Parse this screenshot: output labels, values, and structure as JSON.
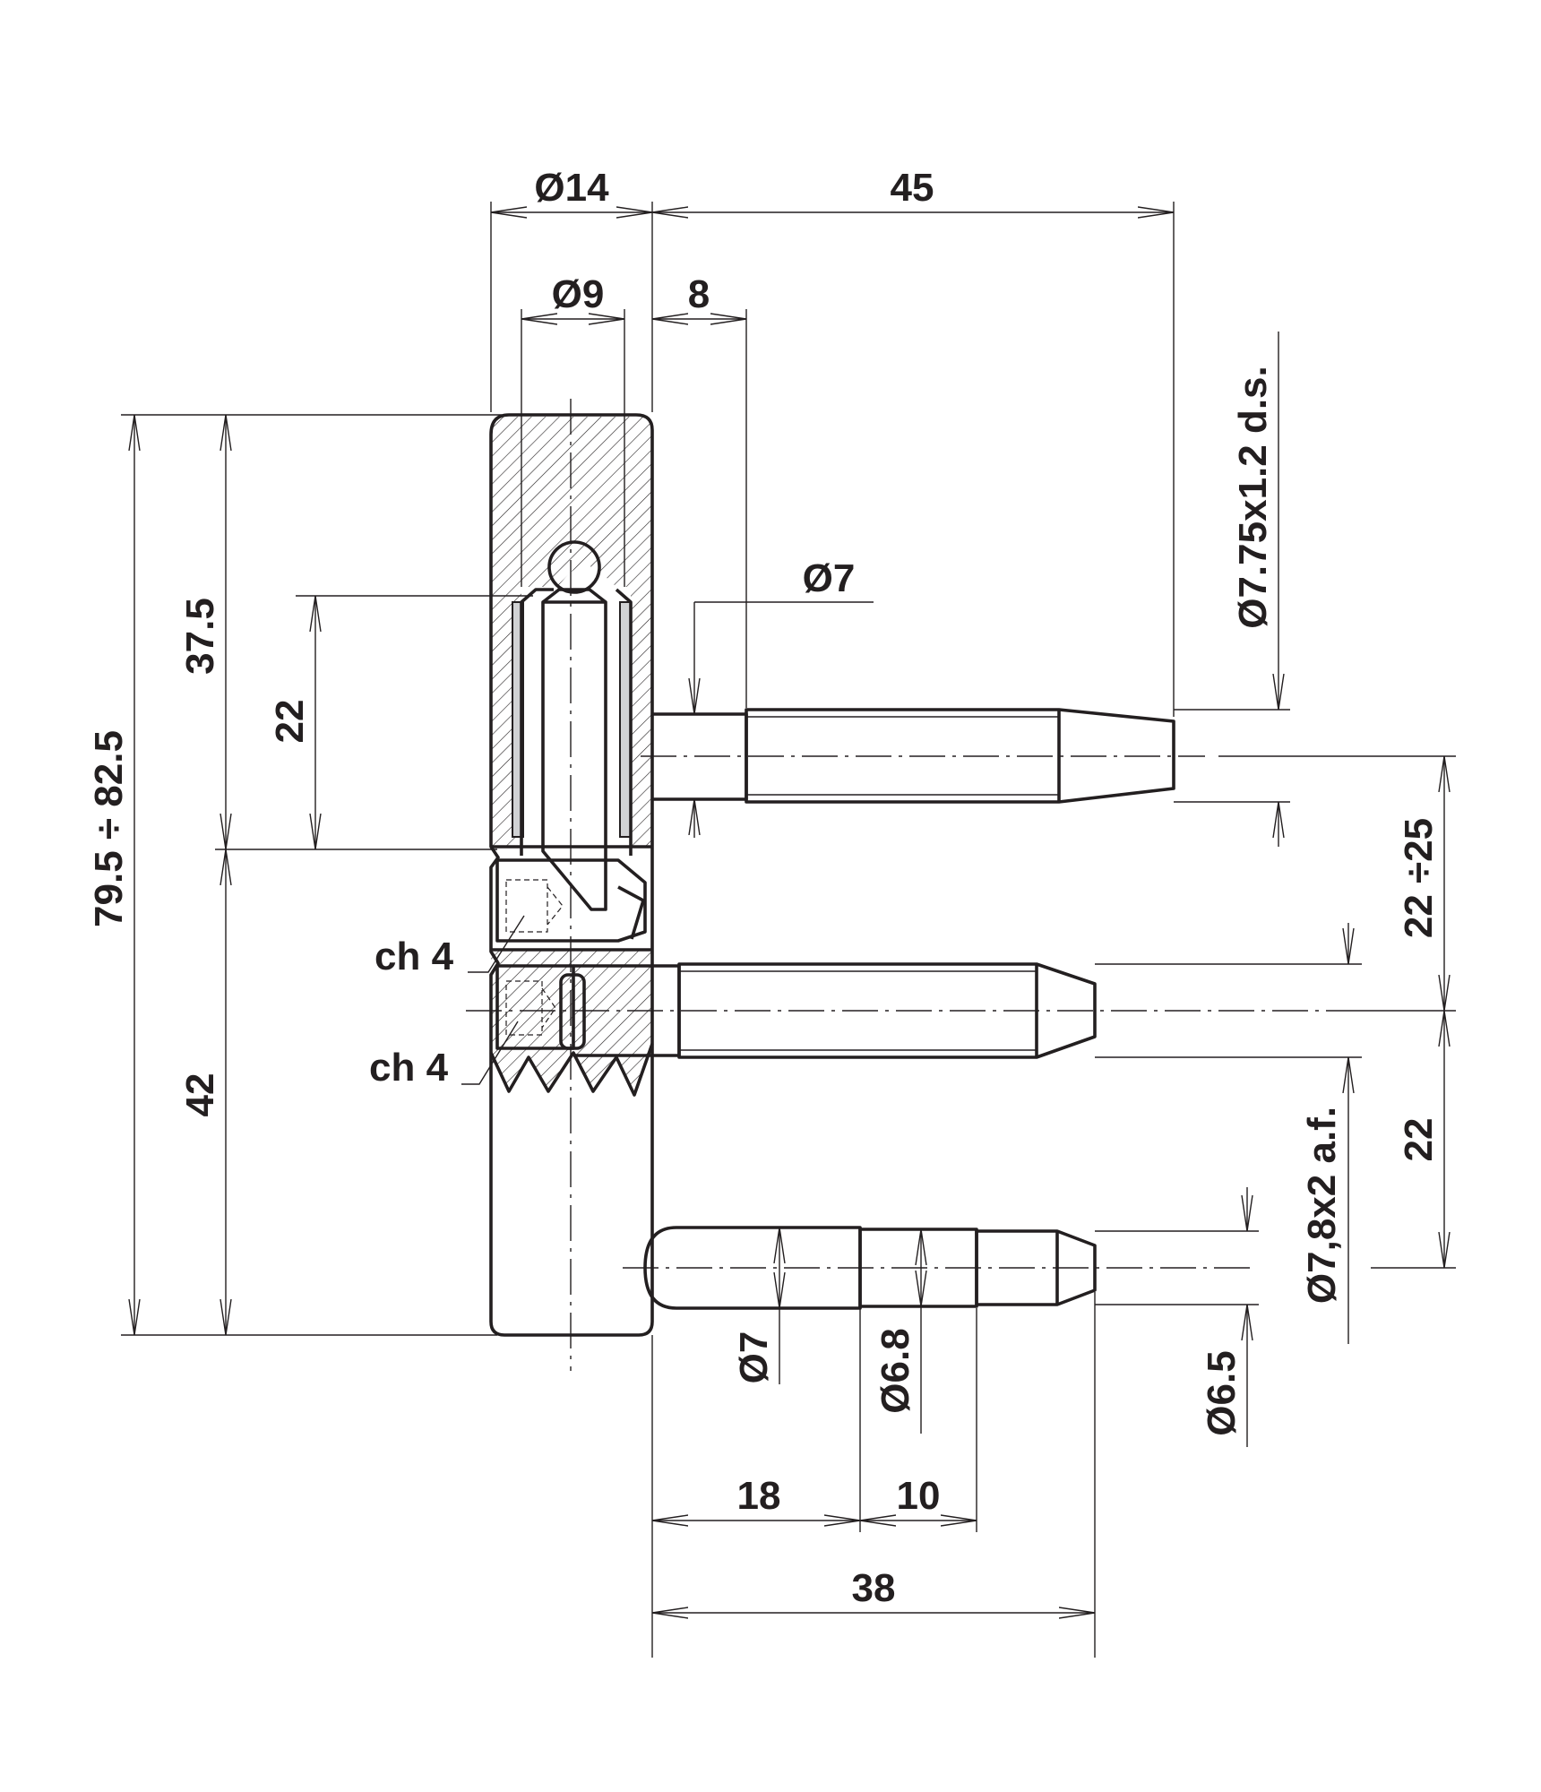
{
  "diagram": {
    "type": "technical drawing",
    "subject": "adjustable hinge with pins",
    "colors": {
      "line": "#231f20",
      "background": "#ffffff",
      "sleeve": "#d1d2d4"
    },
    "dimensions": {
      "dia14": "Ø14",
      "d45": "45",
      "dia9": "Ø9",
      "d8": "8",
      "dia7_top": "Ø7",
      "thread_top": "Ø7.75x1.2 d.s.",
      "total_height": "79.5 ÷ 82.5",
      "d37_5": "37.5",
      "d22_inner": "22",
      "d22_25": "22 ÷25",
      "ch4_upper": "ch 4",
      "ch4_lower": "ch 4",
      "d42": "42",
      "d22_lower": "22",
      "thread_bottom": "Ø7,8x2 a.f.",
      "dia7_bottom": "Ø7",
      "dia6_8": "Ø6.8",
      "dia6_5": "Ø6.5",
      "d18": "18",
      "d10": "10",
      "d38": "38"
    }
  }
}
